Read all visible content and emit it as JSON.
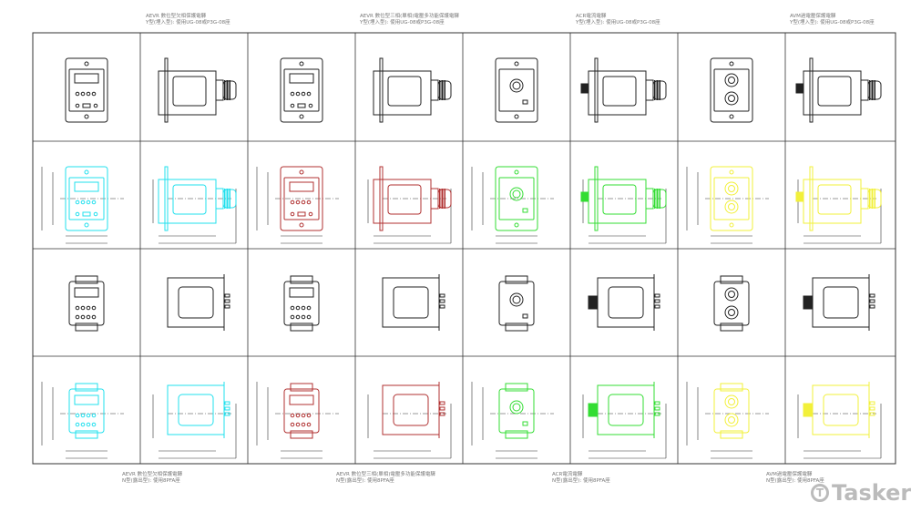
{
  "captions_top": [
    {
      "line1": "AEVR 數位型欠相保護電驛",
      "line2": "Y型(埋入型): 使用UG-08或P3G-08座"
    },
    {
      "line1": "AEVR 數位型三相(單相)電壓多功能保護電驛",
      "line2": "Y型(埋入型): 使用UG-08或P3G-08座"
    },
    {
      "line1": "ACR電流電驛",
      "line2": "Y型(埋入型): 使用UG-08或P3G-08座"
    },
    {
      "line1": "AVM過電壓保護電驛",
      "line2": "Y型(埋入型): 使用UG-08或P3G-08座"
    }
  ],
  "captions_bottom": [
    {
      "line1": "AEVR 數位型欠相保護電驛",
      "line2": "N型(露出型): 使用8PFA座"
    },
    {
      "line1": "AEVR 數位型三相(單相)電壓多功能保護電驛",
      "line2": "N型(露出型): 使用8PFA座"
    },
    {
      "line1": "ACR電流電驛",
      "line2": "N型(露出型): 使用8PFA座"
    },
    {
      "line1": "AVM過電壓保護電驛",
      "line2": "N型(露出型): 使用8PFA座"
    }
  ],
  "columns": [
    {
      "front": "digital",
      "view": "front",
      "color": "#22e0ee"
    },
    {
      "front": "digital",
      "view": "side",
      "color": "#22e0ee"
    },
    {
      "front": "digital",
      "view": "front",
      "color": "#b03030"
    },
    {
      "front": "digital",
      "view": "side",
      "color": "#b03030"
    },
    {
      "front": "knob",
      "view": "front",
      "color": "#33dd33"
    },
    {
      "front": "knob",
      "view": "side-rear-knob",
      "color": "#33dd33"
    },
    {
      "front": "dual-knob",
      "view": "front",
      "color": "#f2f03a"
    },
    {
      "front": "dual-knob",
      "view": "side-rear-knob",
      "color": "#f2f03a"
    }
  ],
  "watermark": "Tasker",
  "watermark_icon": "tasker-logo-icon"
}
